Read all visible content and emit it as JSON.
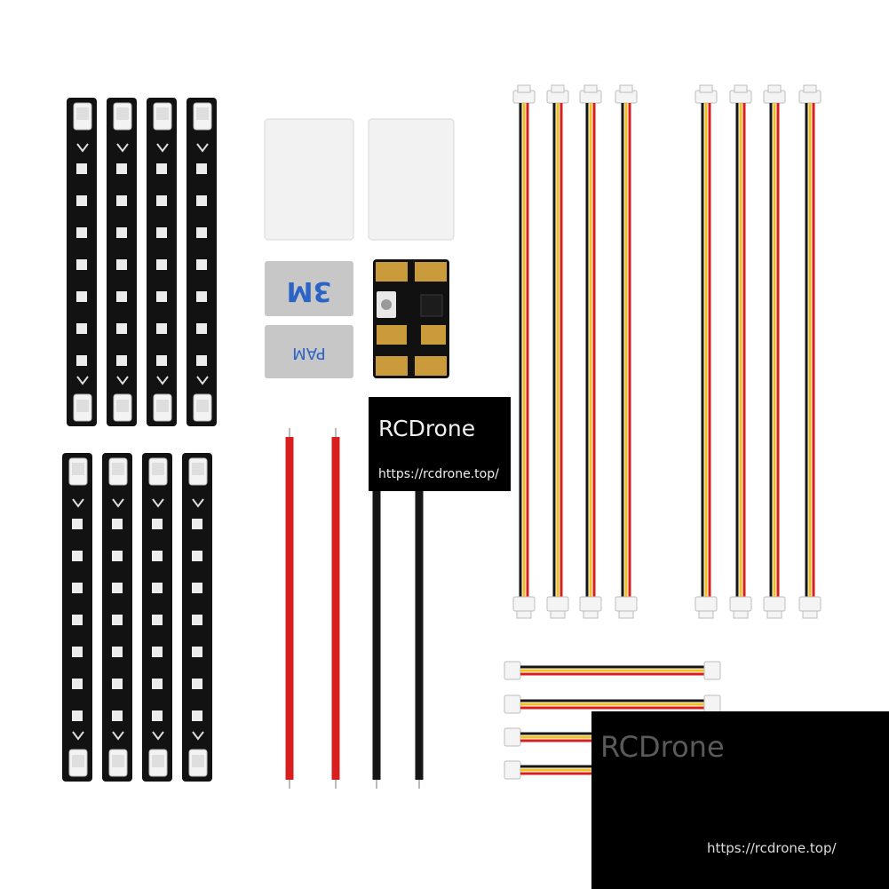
{
  "watermark_top": {
    "brand": "RCDrone",
    "url": "https://rcdrone.top/"
  },
  "watermark_bottom": {
    "brand": "RCDrone",
    "url": "https://rcdrone.top/"
  },
  "pads": {
    "tape_text": "3M",
    "tape_text_mirrored": "PAM"
  },
  "colors": {
    "pcb": "#111111",
    "pad": "#f4f4f4",
    "led": "#e9e9e9",
    "wire_red": "#d81f1f",
    "wire_black": "#151515",
    "wire_yellow": "#f0c020",
    "gold": "#c99b3a",
    "tape": "#c9c9c9",
    "tape_logo": "#2b63c6"
  }
}
